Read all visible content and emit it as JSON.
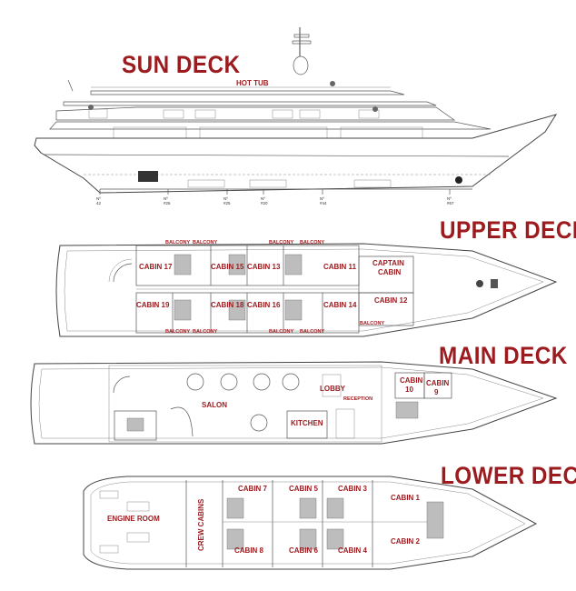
{
  "decks": {
    "sun": "SUN DECK",
    "upper": "UPPER DECK",
    "main": "MAIN DECK",
    "lower": "LOWER DECK"
  },
  "sun_deck": {
    "hot_tub": "HOT TUB",
    "frames": [
      "Nº\n42",
      "Nº\n#25",
      "Nº\n#25",
      "Nº\n#20",
      "Nº\n#44",
      "Nº\n#67"
    ]
  },
  "upper_deck": {
    "balcony": "BALCONY",
    "cabins_top": [
      "CABIN 17",
      "CABIN 15",
      "CABIN 13",
      "CABIN 11"
    ],
    "cabins_bottom": [
      "CABIN 19",
      "CABIN 18",
      "CABIN 16",
      "CABIN 14",
      "CABIN 12"
    ],
    "captain_line1": "CAPTAIN",
    "captain_line2": "CABIN"
  },
  "main_deck": {
    "salon": "SALON",
    "lobby": "LOBBY",
    "reception": "RECEPTION",
    "kitchen": "KITCHEN",
    "cabin10": [
      "CABIN",
      "10"
    ],
    "cabin9": [
      "CABIN",
      "9"
    ]
  },
  "lower_deck": {
    "engine_room": "ENGINE ROOM",
    "crew_cabins": "CREW CABINS",
    "cabins_top": [
      "CABIN 7",
      "CABIN 5",
      "CABIN 3",
      "CABIN 1"
    ],
    "cabins_bottom": [
      "CABIN 8",
      "CABIN 6",
      "CABIN 4",
      "CABIN 2"
    ]
  },
  "colors": {
    "label": "#9b1b1f",
    "line": "#555555"
  }
}
